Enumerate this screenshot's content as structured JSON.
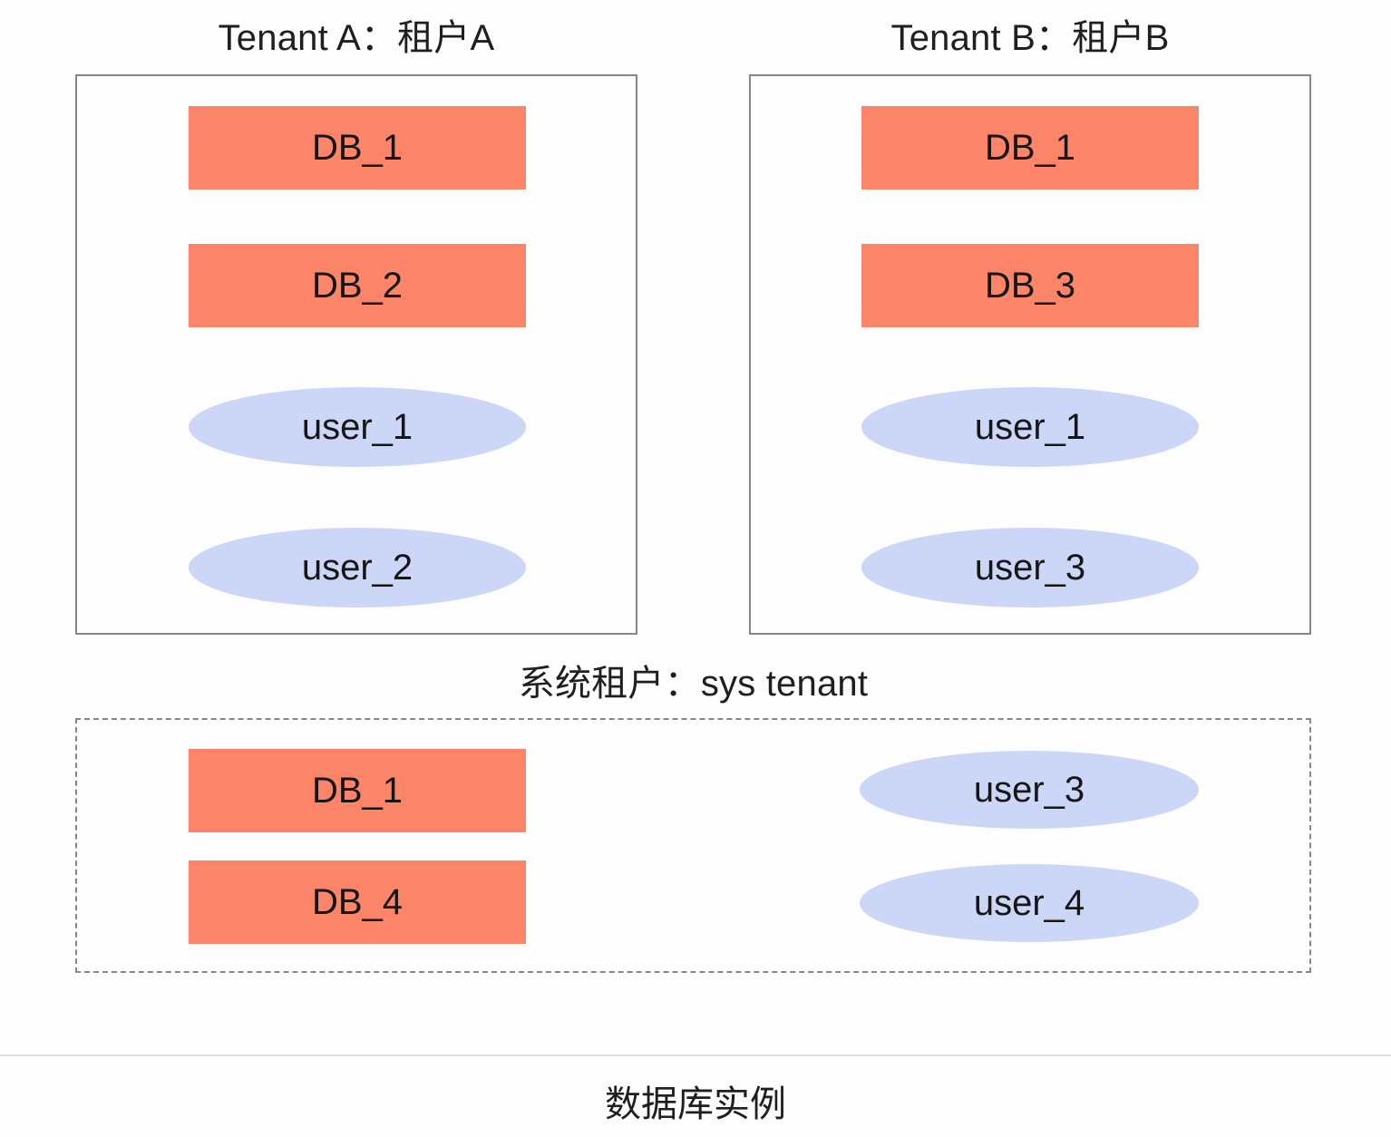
{
  "diagram": {
    "background_color": "#fdfdfd",
    "db_color": "#fb8469",
    "user_color": "#ccd7f8",
    "border_color": "#868686",
    "rule_color": "#dedede",
    "footer": {
      "caption": "数据库实例"
    },
    "tenants": [
      {
        "id": "tenant-a",
        "caption": "Tenant A：租户A",
        "border_style": "solid",
        "databases": [
          {
            "label": "DB_1"
          },
          {
            "label": "DB_2"
          }
        ],
        "users": [
          {
            "label": "user_1"
          },
          {
            "label": "user_2"
          }
        ]
      },
      {
        "id": "tenant-b",
        "caption": "Tenant B：租户B",
        "border_style": "solid",
        "databases": [
          {
            "label": "DB_1"
          },
          {
            "label": "DB_3"
          }
        ],
        "users": [
          {
            "label": "user_1"
          },
          {
            "label": "user_3"
          }
        ]
      },
      {
        "id": "tenant-sys",
        "caption": "系统租户：sys tenant",
        "border_style": "dashed",
        "databases": [
          {
            "label": "DB_1"
          },
          {
            "label": "DB_4"
          }
        ],
        "users": [
          {
            "label": "user_3"
          },
          {
            "label": "user_4"
          }
        ]
      }
    ]
  }
}
